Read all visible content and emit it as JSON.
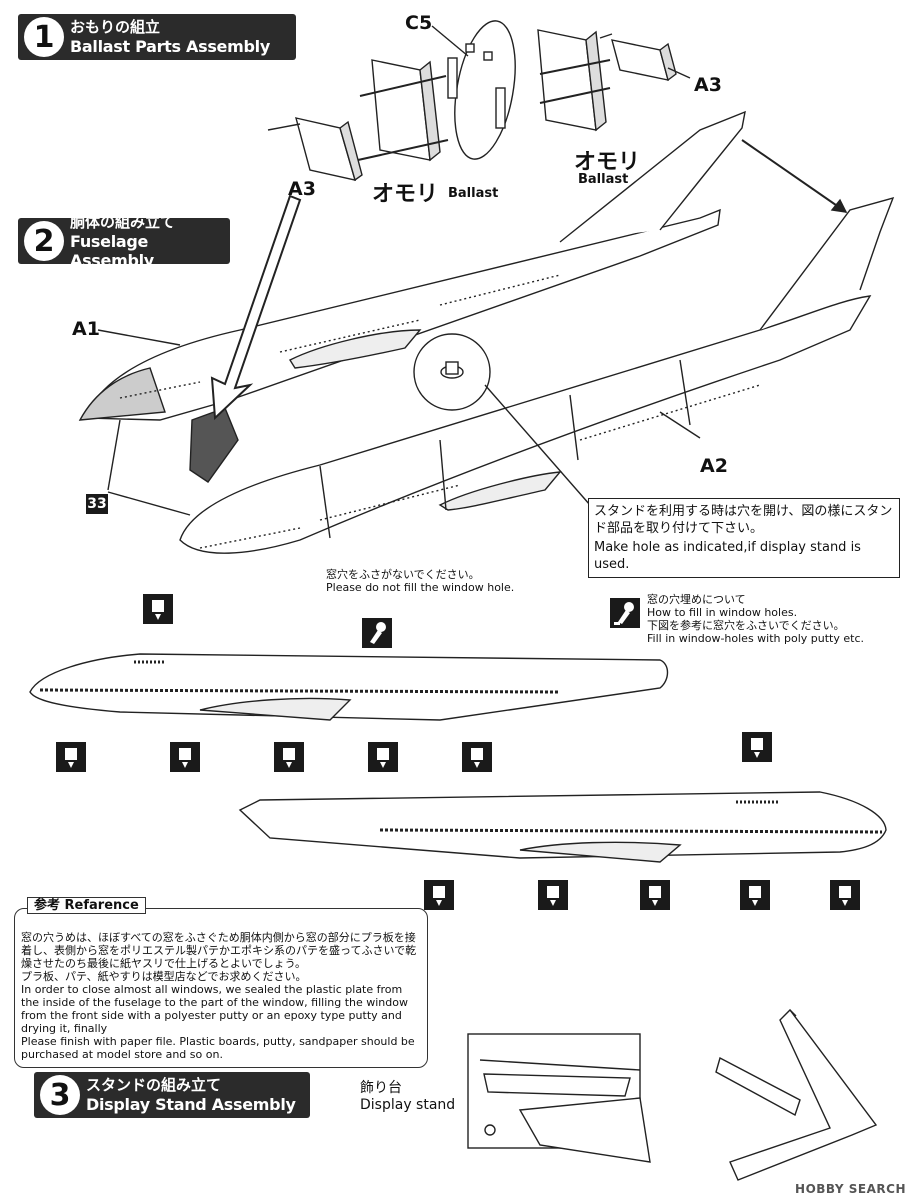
{
  "steps": [
    {
      "num": "1",
      "jp": "おもりの組立",
      "en": "Ballast Parts Assembly"
    },
    {
      "num": "2",
      "jp": "胴体の組み立て",
      "en": "Fuselage Assembly"
    },
    {
      "num": "3",
      "jp": "スタンドの組み立て",
      "en": "Display Stand Assembly"
    }
  ],
  "parts": {
    "c5": "C5",
    "a3_left": "A3",
    "a3_right": "A3",
    "a1": "A1",
    "a2": "A2",
    "part33": "33",
    "ballast_jp_left": "オモリ",
    "ballast_en_left": "Ballast",
    "ballast_jp_right": "オモリ",
    "ballast_en_right": "Ballast"
  },
  "stand_note": {
    "jp": "スタンドを利用する時は穴を開け、図の様にスタンド部品を取り付けて下さい。",
    "en": "Make hole as indicated,if display stand is used."
  },
  "window_note": {
    "jp": "窓穴をふさがないでください。",
    "en": "Please do not fill the window hole."
  },
  "fill_note": {
    "jp_title": "窓の穴埋めについて",
    "en_title": "How to fill in window holes.",
    "jp_body": "下図を参考に窓穴をふさいでください。",
    "en_body": "Fill in window-holes with poly putty etc."
  },
  "reference": {
    "title": "参考 Refarence",
    "jp1": "窓の穴うめは、ほぼすべての窓をふさぐため胴体内側から窓の部分にプラ板を接着し、表側から窓をポリエステル製パテかエポキシ系のパテを盛ってふさいで乾燥させたのち最後に紙ヤスリで仕上げるとよいでしょう。",
    "jp2": "プラ板、パテ、紙やすりは模型店などでお求めください。",
    "en1": "In order to close almost all windows, we sealed the plastic plate from the inside of the fuselage to the part of the window, filling the window from the front side with a polyester putty or an epoxy type putty and drying it, finally",
    "en2": "Please finish with paper file. Plastic boards, putty, sandpaper should be purchased at model store and so on."
  },
  "display_stand": {
    "jp": "飾り台",
    "en": "Display stand"
  },
  "watermark": "HOBBY SEARCH"
}
